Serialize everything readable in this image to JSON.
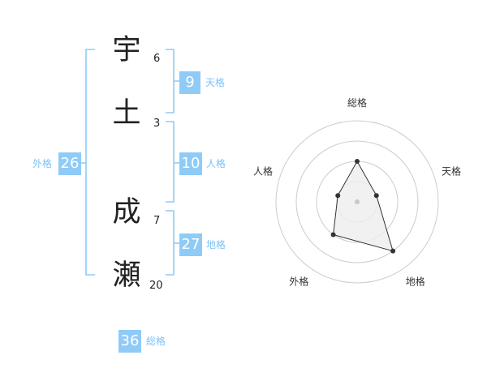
{
  "name_chars": [
    {
      "char": "宇",
      "strokes": "6"
    },
    {
      "char": "土",
      "strokes": "3"
    },
    {
      "char": "成",
      "strokes": "7"
    },
    {
      "char": "瀬",
      "strokes": "20"
    }
  ],
  "fortunes": {
    "tenkaku": {
      "value": "9",
      "label": "天格"
    },
    "jinkaku": {
      "value": "10",
      "label": "人格"
    },
    "chikaku": {
      "value": "27",
      "label": "地格"
    },
    "gaikaku": {
      "value": "26",
      "label": "外格"
    },
    "soukaku": {
      "value": "36",
      "label": "総格"
    }
  },
  "colors": {
    "badge": "#8fcbf7",
    "bracket": "#8fcbf7",
    "label": "#7ec2f4",
    "radar_ring": "#cccccc",
    "radar_fill": "#eeeeee",
    "radar_point": "#333333"
  },
  "chart_data": {
    "type": "radar",
    "axes": [
      "総格",
      "天格",
      "地格",
      "外格",
      "人格"
    ],
    "max": 4,
    "rings": 4,
    "values": [
      2,
      1,
      3,
      2,
      1
    ]
  }
}
